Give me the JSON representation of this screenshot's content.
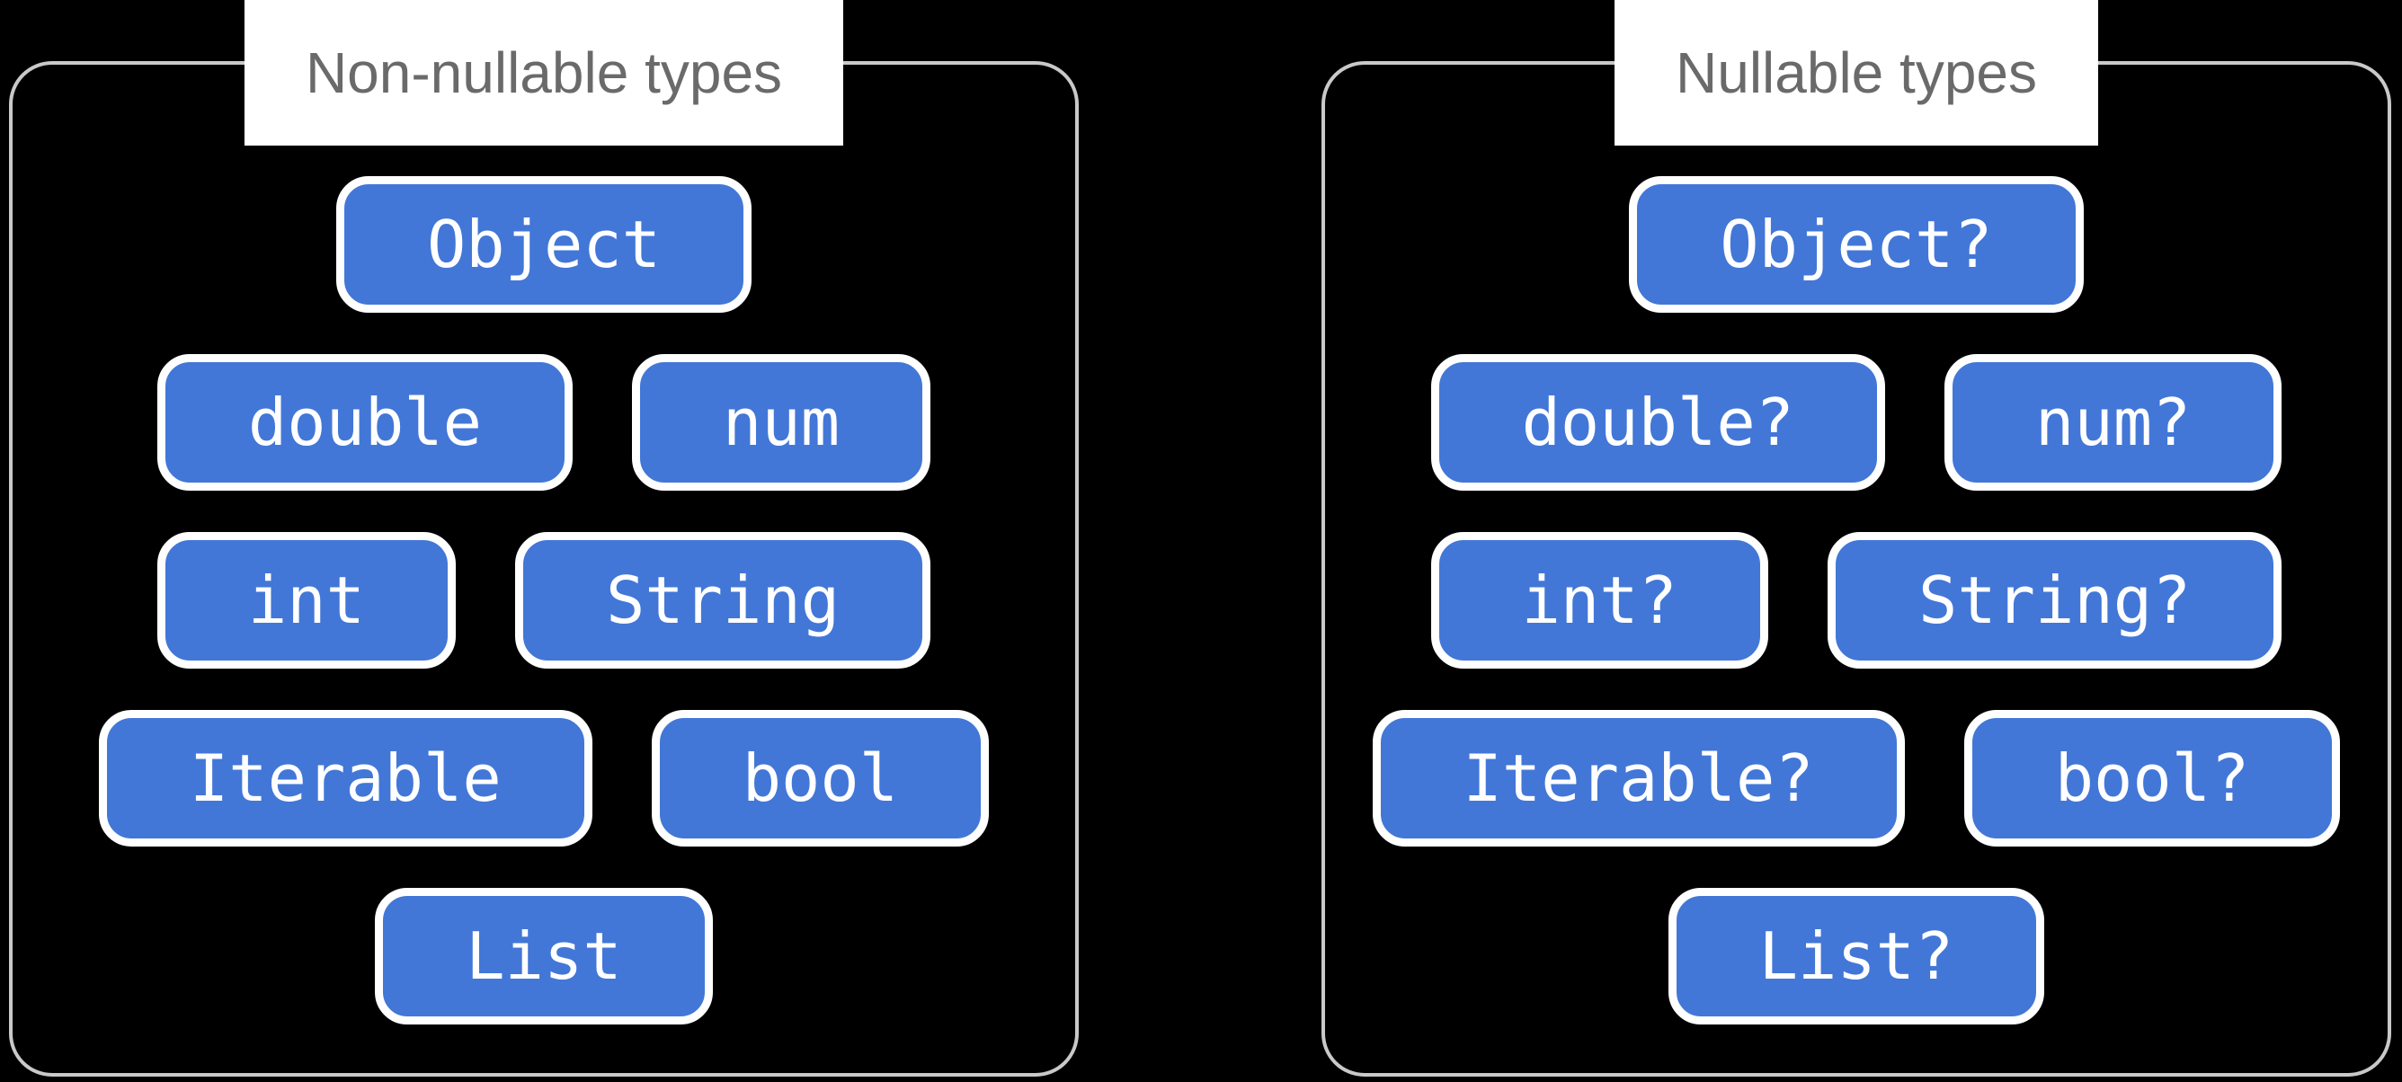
{
  "diagram": {
    "background": "#000000",
    "colors": {
      "pill_fill": "#4277d8",
      "pill_text": "#ffffff",
      "pill_border": "#ffffff",
      "panel_border": "#c9c9c9",
      "label_bg": "#ffffff",
      "label_text": "#6a6a6a"
    },
    "panels": [
      {
        "label": "Non-nullable types",
        "rows": [
          [
            "Object"
          ],
          [
            "double",
            "num"
          ],
          [
            "int",
            "String"
          ],
          [
            "Iterable",
            "bool"
          ],
          [
            "List"
          ]
        ]
      },
      {
        "label": "Nullable types",
        "rows": [
          [
            "Object?"
          ],
          [
            "double?",
            "num?"
          ],
          [
            "int?",
            "String?"
          ],
          [
            "Iterable?",
            "bool?"
          ],
          [
            "List?"
          ]
        ]
      }
    ]
  }
}
